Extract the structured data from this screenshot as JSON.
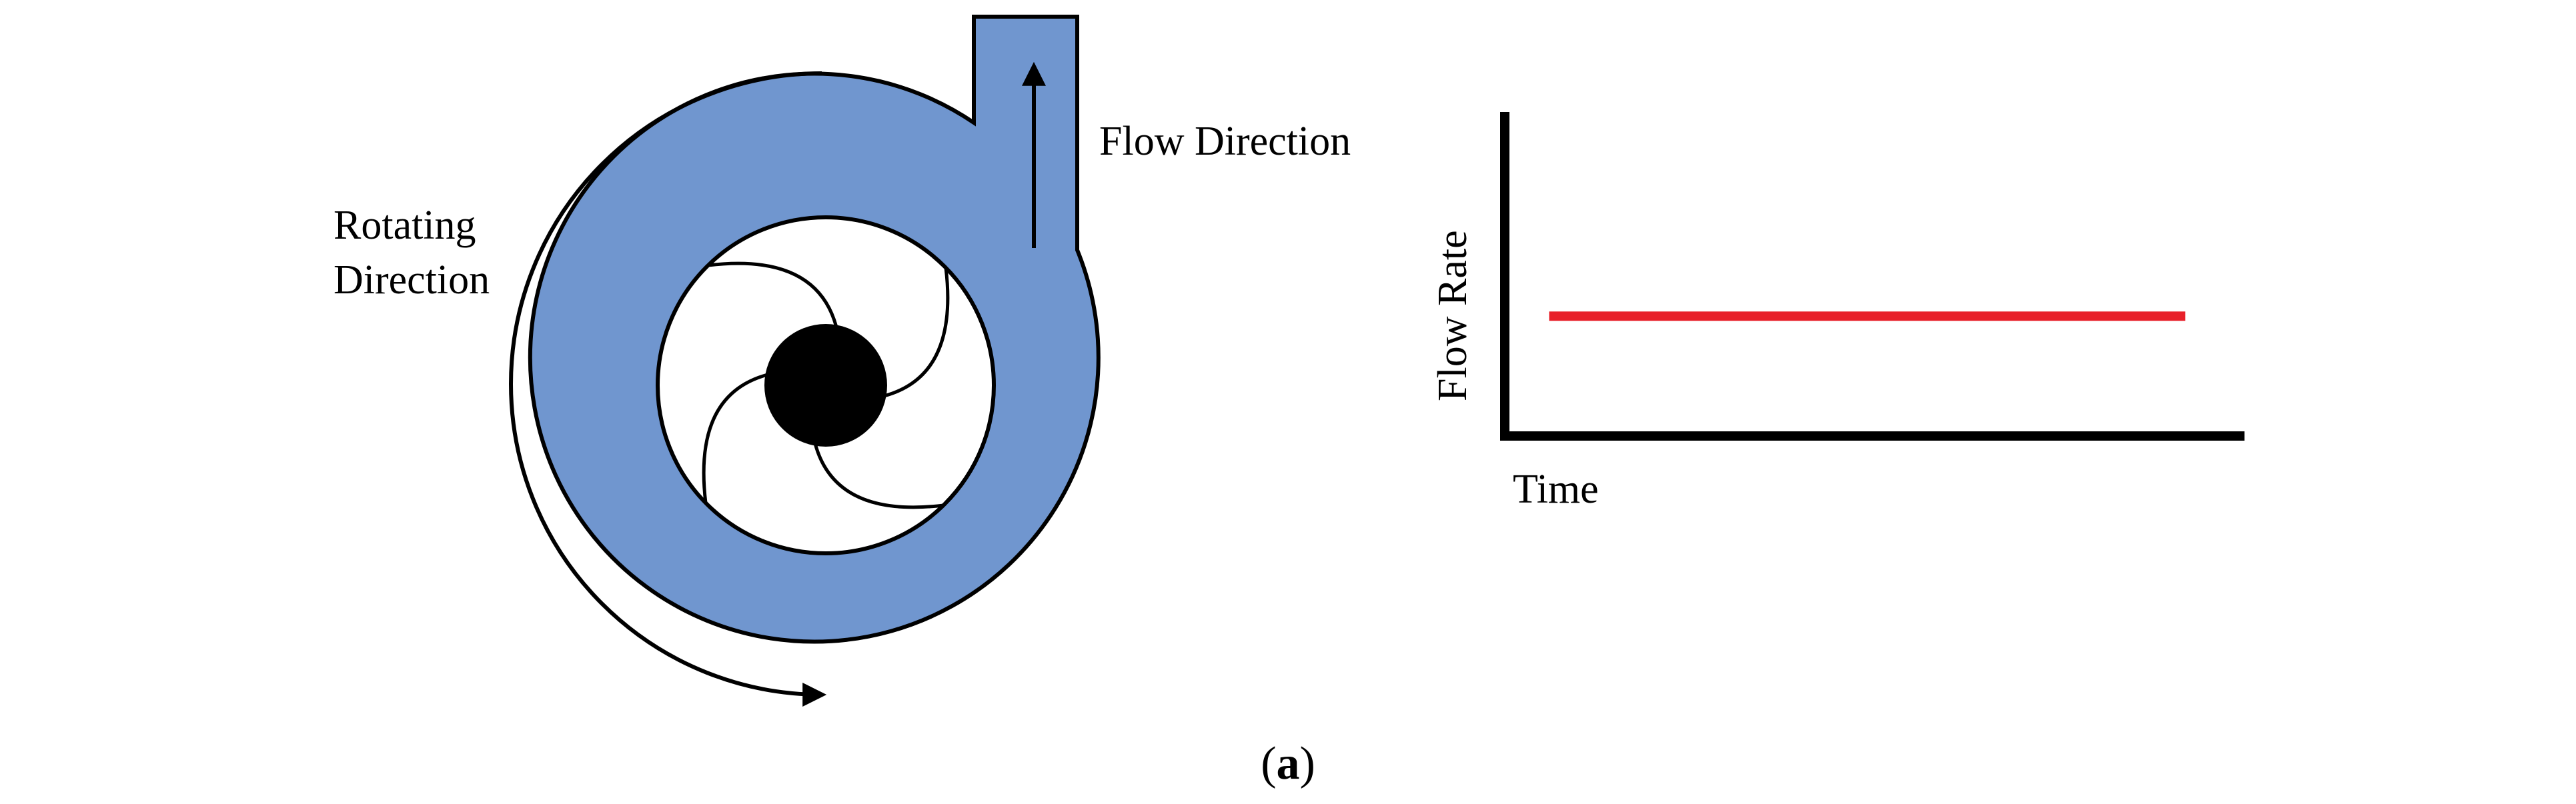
{
  "colors": {
    "volute_fill": "#7096cf",
    "outline": "#000000",
    "impeller_fill": "#ffffff",
    "hub_fill": "#000000",
    "flow_line": "#e8202a",
    "axis": "#000000"
  },
  "pump": {
    "rotating_label_line1": "Rotating",
    "rotating_label_line2": "Direction",
    "flow_direction_label": "Flow Direction",
    "blade_count": 4
  },
  "chart_data": {
    "type": "line",
    "xlabel": "Time",
    "ylabel": "Flow Rate",
    "series": [
      {
        "x": [
          0.06,
          0.92
        ],
        "y": [
          0.37,
          0.37
        ],
        "color": "#e8202a"
      }
    ],
    "xlim": [
      0,
      1
    ],
    "ylim": [
      0,
      1
    ]
  },
  "caption": {
    "open": "(",
    "letter": "a",
    "close": ")"
  }
}
